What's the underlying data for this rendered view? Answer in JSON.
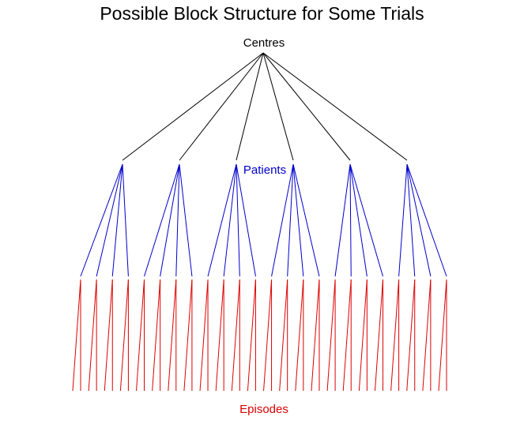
{
  "title": "Possible Block Structure for Some Trials",
  "levels": {
    "centres": {
      "label": "Centres",
      "color": "#000000"
    },
    "patients": {
      "label": "Patients",
      "color": "#0000cc"
    },
    "episodes": {
      "label": "Episodes",
      "color": "#dd0000"
    }
  },
  "structure": {
    "centres": 1,
    "patients_per_centre": 6,
    "subunits_per_patient": 4,
    "episodes_per_subunit": 2
  }
}
